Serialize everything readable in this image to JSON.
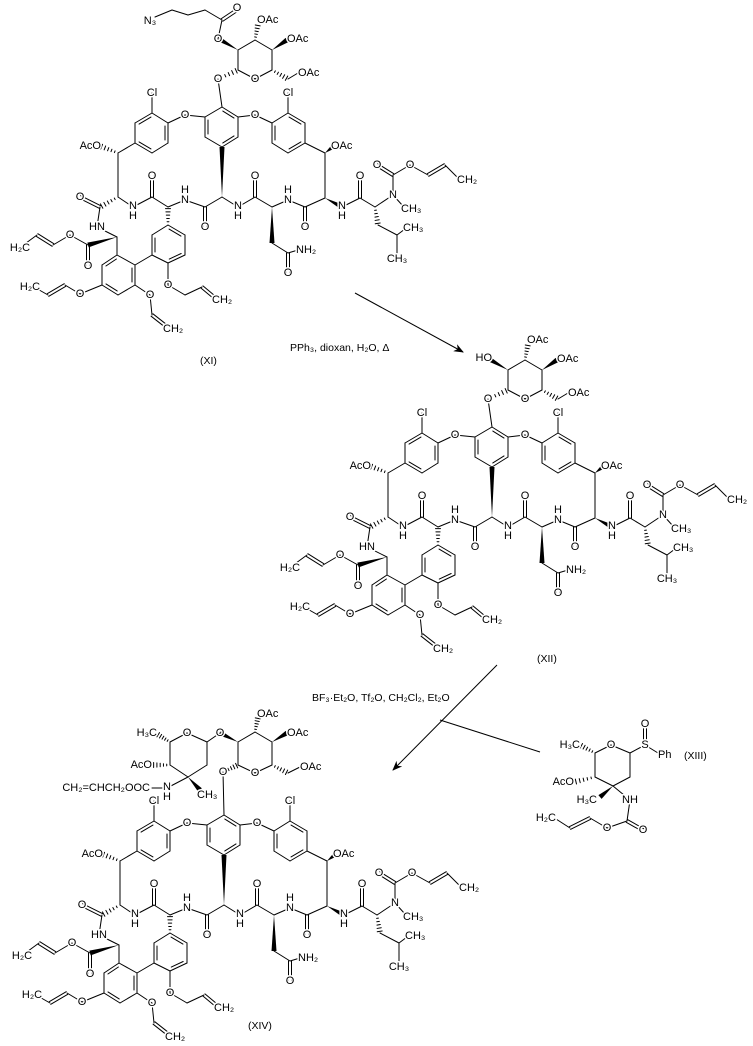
{
  "scheme": {
    "step1_conditions": "PPh₃, dioxan, H₂O, Δ",
    "step2_conditions": "BF₃·Et₂O, Tf₂O, CH₂Cl₂, Et₂O"
  },
  "macrocycle_core": {
    "labels": [
      "Cl",
      "Cl",
      "O",
      "O",
      "AcO",
      "OAc",
      "O",
      "HN",
      "N",
      "H",
      "O",
      "H",
      "N",
      "O",
      "N",
      "H",
      "O",
      "O",
      "NH₂",
      "H",
      "N",
      "O",
      "N",
      "H",
      "O",
      "N",
      "CH₃",
      "O",
      "O",
      "CH₂",
      "CH₃",
      "CH₃",
      "O",
      "O",
      "H₂C",
      "O",
      "H₂C",
      "O",
      "CH₂",
      "O",
      "CH₂"
    ]
  },
  "compounds": {
    "XI": {
      "label": "(XI)",
      "sugar_labels": [
        "O",
        "O",
        "OAc",
        "OAc",
        "OAc",
        "O",
        "O",
        "N₃"
      ]
    },
    "XII": {
      "label": "(XII)",
      "sugar_labels": [
        "O",
        "O",
        "OAc",
        "OAc",
        "OAc",
        "HO"
      ]
    },
    "XIII": {
      "label": "(XIII)",
      "labels": [
        "O",
        "S",
        "O",
        "Ph",
        "H₃C",
        "AcO",
        "H₃C",
        "NH",
        "O",
        "O",
        "H₂C"
      ]
    },
    "XIV": {
      "label": "(XIV)",
      "sugar_labels": [
        "O",
        "O",
        "OAc",
        "OAc",
        "OAc",
        "O",
        "O",
        "H₃C",
        "AcO",
        "CH₃",
        "N",
        "H",
        "CH₂=CHCH₂OOC"
      ]
    }
  }
}
